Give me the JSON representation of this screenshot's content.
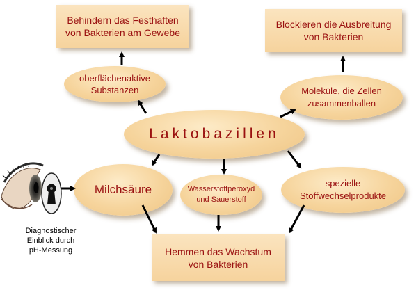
{
  "nodes": {
    "box_adhesion": "Behindern das Festhaften\nvon Bakterien am Gewebe",
    "box_spread": "Blockieren die Ausbreitung\nvon Bakterien",
    "box_growth": "Hemmen das Wachstum\nvon Bakterien",
    "ell_surfactants": "oberflächenaktive\nSubstanzen",
    "ell_clumping": "Moleküle, die Zellen\nzusammenballen",
    "ell_laktobazillen": "Laktobazillen",
    "ell_milchsaeure": "Milchsäure",
    "ell_peroxide": "Wasserstoffperoxyd\nund Sauerstoff",
    "ell_metabolites": "spezielle\nStoffwechselprodukte"
  },
  "caption": "Diagnostischer\nEinblick durch\npH-Messung",
  "colors": {
    "text_red": "#9a1010",
    "fill_light": "#fbe4bf",
    "fill_dark": "#f6d39d",
    "arrow": "#000000"
  },
  "icons": [
    "eye-icon",
    "keyhole-icon"
  ]
}
